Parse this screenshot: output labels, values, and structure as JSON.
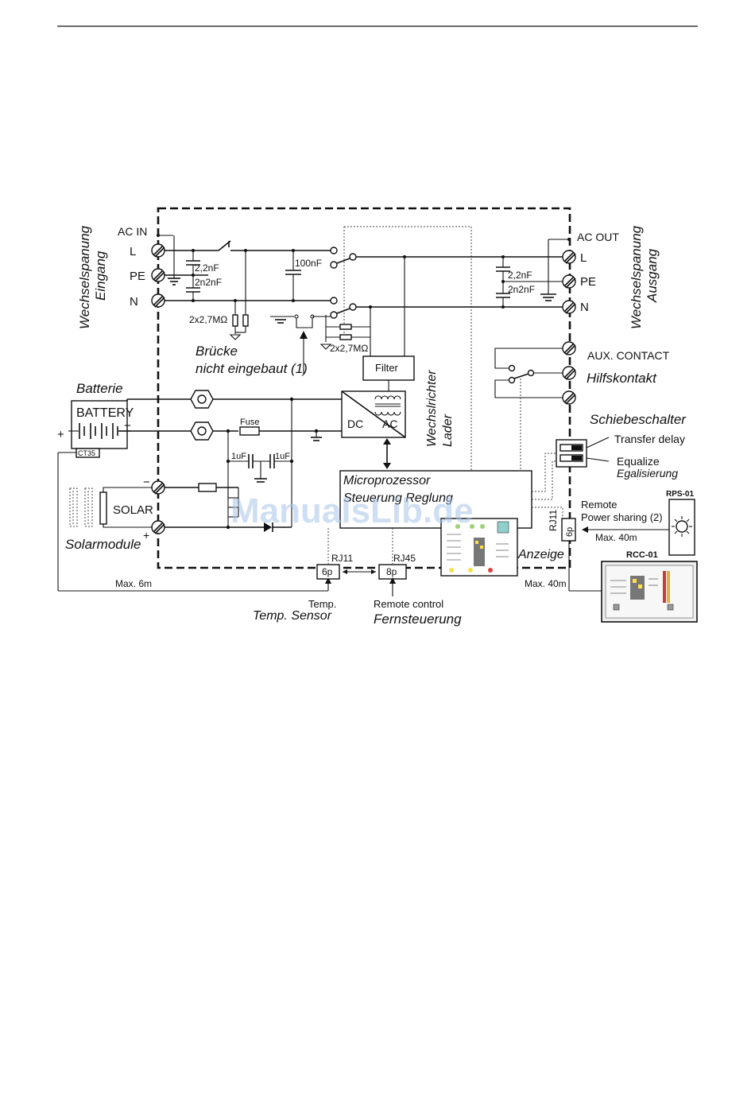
{
  "diagram": {
    "side_in": [
      "Wechselspanung",
      "Eingang"
    ],
    "side_out": [
      "Wechselspanung",
      "Ausgang"
    ],
    "ac_in": "AC IN",
    "ac_out": "AC OUT",
    "terminal_l": "L",
    "terminal_pe": "PE",
    "terminal_n": "N",
    "cap_2_2nf": "2,2nF",
    "cap_2n2nf": "2n2nF",
    "cap_100nf": "100nF",
    "res_2x27": "2x2,7MΩ",
    "bridge_label": [
      "Brücke",
      "nicht eingebaut (1)"
    ],
    "filter": "Filter",
    "inverter_dc": "DC",
    "inverter_ac": "AC",
    "inverter_side": [
      "Wechslrichter",
      "Lader"
    ],
    "aux_contact": "AUX. CONTACT",
    "hilfskontakt": "Hilfskontakt",
    "schiebeschalter": "Schiebeschalter",
    "transfer_delay": "Transfer delay",
    "equalize": "Equalize",
    "egalisierung": "Egalisierung",
    "batterie": "Batterie",
    "battery": "BATTERY",
    "plus": "+",
    "minus": "−",
    "fuse": "Fuse",
    "cap_1uf": "1uF",
    "ct35": "CT35",
    "solar": "SOLAR",
    "solarmodule": "Solarmodule",
    "micro": [
      "Microprozessor",
      "Steuerung Reglung"
    ],
    "anzeige": "Anzeige",
    "rj11": "RJ11",
    "rj45": "RJ45",
    "port_6p": "6p",
    "port_8p": "8p",
    "remote": "Remote",
    "power_sharing": "Power sharing (2)",
    "max_40m": "Max. 40m",
    "max_6m": "Max. 6m",
    "rps01": "RPS-01",
    "rcc01": "RCC-01",
    "temp": "Temp.",
    "temp_sensor": "Temp. Sensor",
    "remote_control": "Remote control",
    "fernsteuerung": "Fernsteuerung",
    "watermark": "ManualsLib.de"
  },
  "colors": {
    "line": "#111111",
    "watermark": "#a9c6ea"
  },
  "icons": [
    "screw-terminal-icon",
    "battery-icon",
    "transformer-icon",
    "capacitor-icon",
    "resistor-icon",
    "diode-icon",
    "ground-icon",
    "solar-panel-icon",
    "potentiometer-icon",
    "dip-switch-icon"
  ]
}
